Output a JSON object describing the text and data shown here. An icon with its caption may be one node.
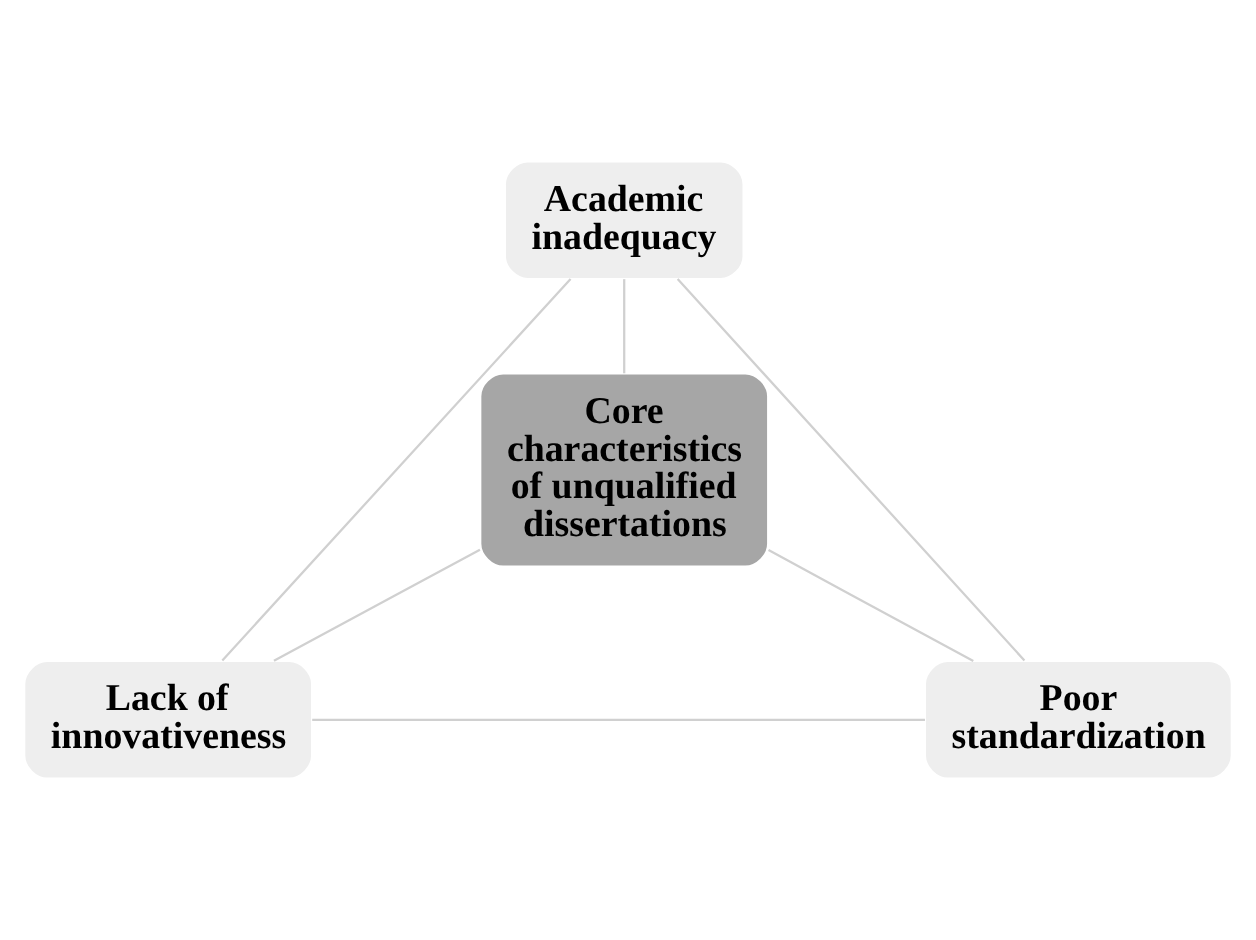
{
  "diagram": {
    "nodes": [
      {
        "text": [
          "Academic inadequacy"
        ]
      },
      {
        "text": [
          "Core characteristics of unqualified dissertations"
        ]
      },
      {
        "text": [
          "Lack of innovativeness"
        ]
      },
      {
        "text": [
          "Poor standardization"
        ]
      }
    ],
    "edges": [
      {
        "from": 0,
        "to": 1,
        "arrow": "none"
      },
      {
        "from": 0,
        "to": 2,
        "arrow": "none"
      },
      {
        "from": 0,
        "to": 3,
        "arrow": "none"
      },
      {
        "from": 1,
        "to": 2,
        "arrow": "none"
      },
      {
        "from": 1,
        "to": 3,
        "arrow": "none"
      },
      {
        "from": 2,
        "to": 3,
        "arrow": "none"
      }
    ]
  }
}
